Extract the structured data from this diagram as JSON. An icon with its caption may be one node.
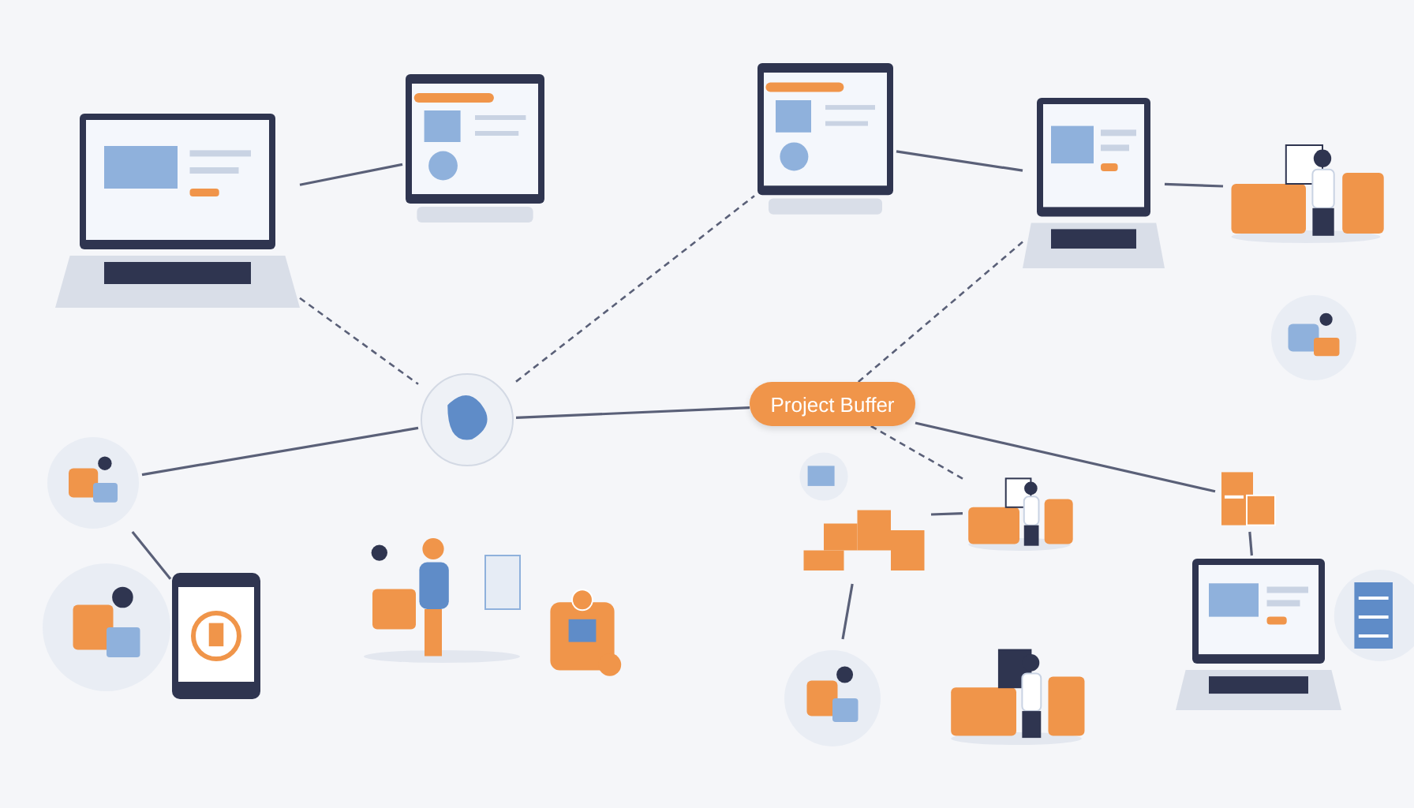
{
  "diagram": {
    "nodes": [
      {
        "text": [],
        "shape": "picture"
      },
      {
        "text": [],
        "shape": "picture"
      },
      {
        "text": [],
        "shape": "picture"
      },
      {
        "text": [],
        "shape": "picture"
      },
      {
        "text": [],
        "shape": "picture"
      },
      {
        "text": [],
        "shape": "circle"
      },
      {
        "text": [
          "Project Buffer"
        ]
      },
      {
        "text": [],
        "shape": "picture"
      },
      {
        "text": [],
        "shape": "picture"
      },
      {
        "text": [],
        "shape": "picture"
      },
      {
        "text": [],
        "shape": "picture"
      },
      {
        "text": [],
        "shape": "picture"
      },
      {
        "text": [],
        "shape": "picture"
      },
      {
        "text": [],
        "shape": "picture"
      },
      {
        "text": [],
        "shape": "picture"
      },
      {
        "text": [],
        "shape": "picture"
      },
      {
        "text": [],
        "shape": "picture"
      },
      {
        "text": [],
        "shape": "picture"
      },
      {
        "text": [],
        "shape": "picture"
      },
      {
        "text": [],
        "shape": "picture"
      }
    ],
    "edges": [
      {
        "from": 0,
        "to": 1,
        "arrow": "none"
      },
      {
        "from": 0,
        "to": 5,
        "arrow": "none",
        "style": "dashed"
      },
      {
        "from": 5,
        "to": 2,
        "arrow": "none",
        "style": "dashed"
      },
      {
        "from": 5,
        "to": 6,
        "arrow": "none"
      },
      {
        "from": 2,
        "to": 3,
        "arrow": "none"
      },
      {
        "from": 3,
        "to": 4,
        "arrow": "none"
      },
      {
        "from": 6,
        "to": 3,
        "arrow": "none",
        "style": "dashed"
      },
      {
        "from": 7,
        "to": 5,
        "arrow": "none"
      },
      {
        "from": 9,
        "to": 7,
        "arrow": "none"
      },
      {
        "from": 13,
        "to": 6,
        "arrow": "none",
        "style": "dashed"
      },
      {
        "from": 6,
        "to": 14,
        "arrow": "none"
      },
      {
        "from": 14,
        "to": 15,
        "arrow": "none"
      },
      {
        "from": 12,
        "to": 17,
        "arrow": "none"
      },
      {
        "from": 12,
        "to": 13,
        "arrow": "none"
      }
    ]
  }
}
